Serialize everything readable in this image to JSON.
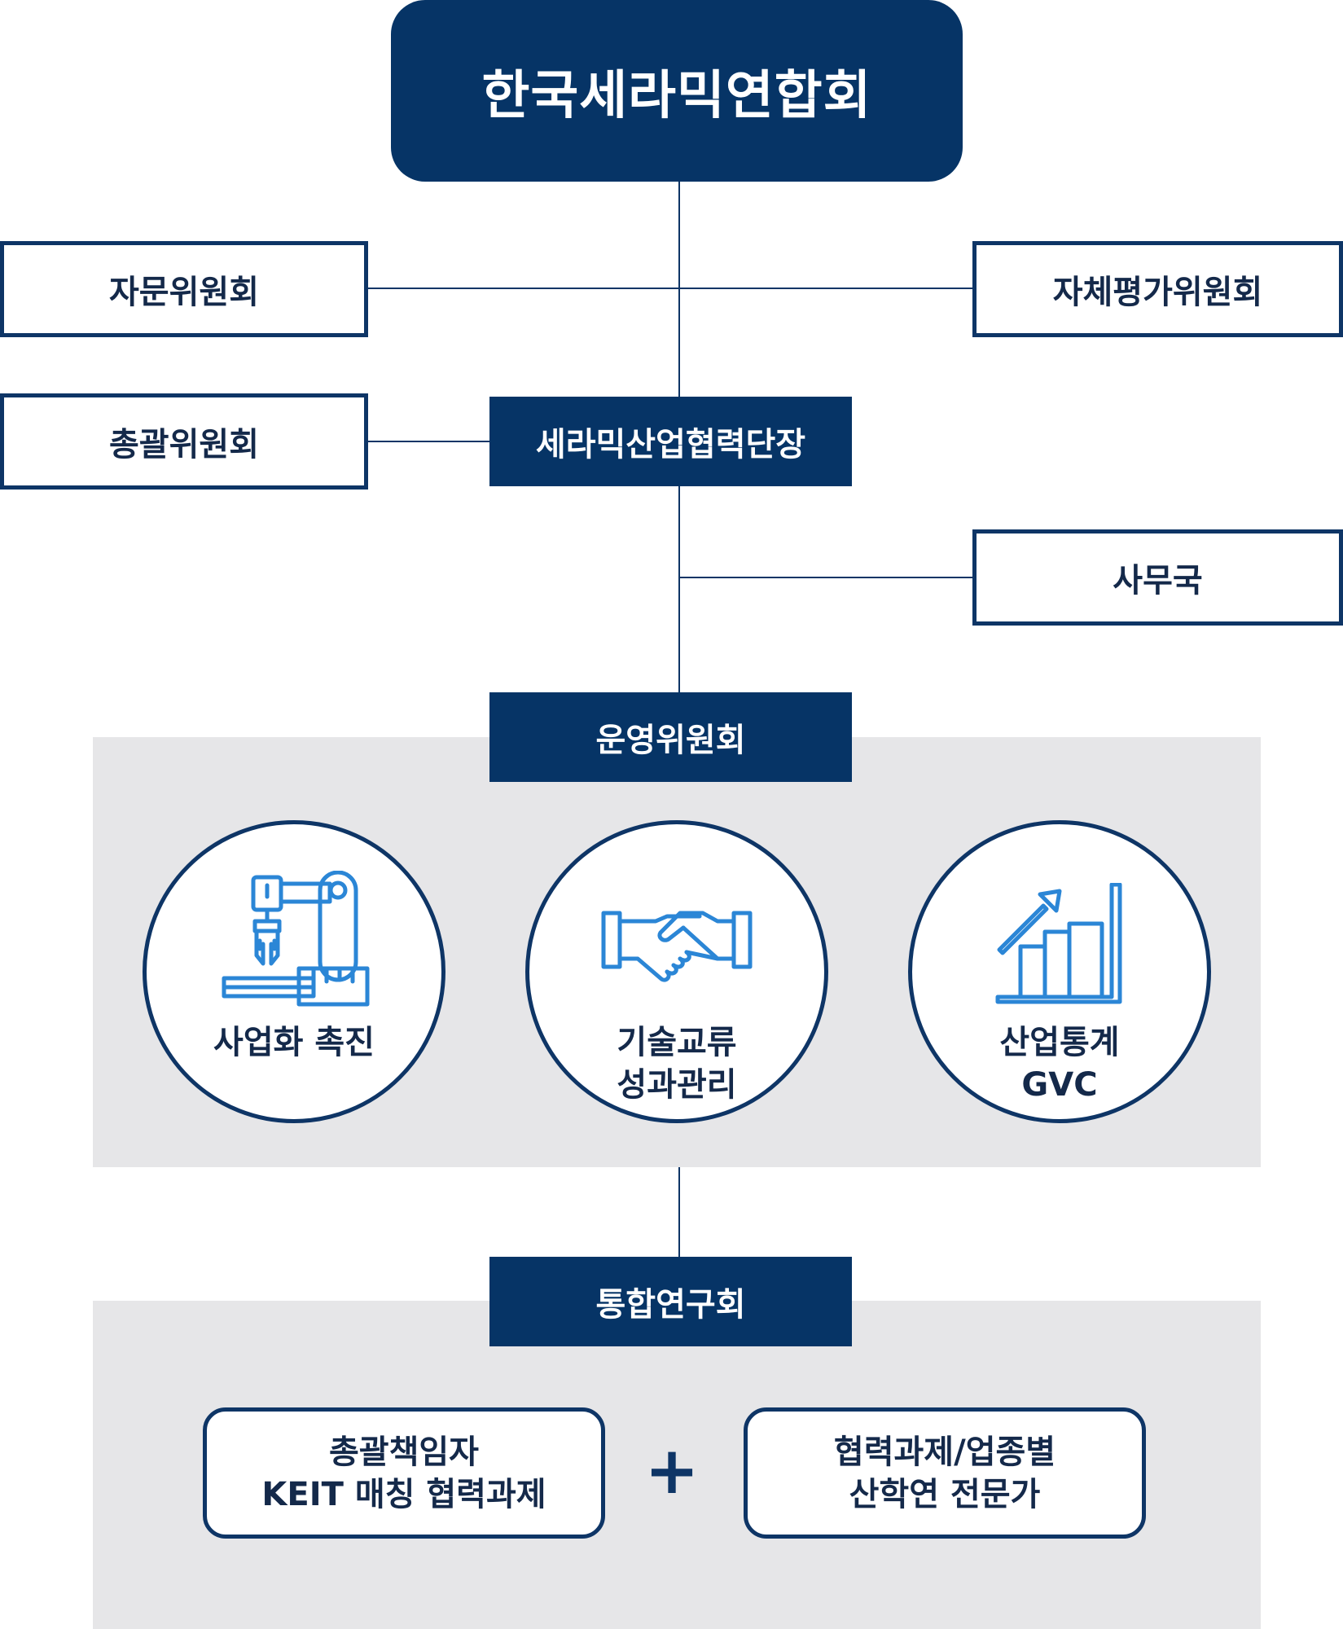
{
  "top": {
    "title": "한국세라믹연합회"
  },
  "committees": {
    "advisory": "자문위원회",
    "self_evaluation": "자체평가위원회",
    "general": "총괄위원회",
    "secretariat": "사무국"
  },
  "cooperation_group": "세라믹산업협력단장",
  "operation_committee": {
    "title": "운영위원회",
    "items": [
      {
        "label": "사업화 촉진",
        "icon": "robot-arm-icon"
      },
      {
        "label": "기술교류\n성과관리",
        "icon": "handshake-icon"
      },
      {
        "label": "산업통계\nGVC",
        "icon": "growth-chart-icon"
      }
    ]
  },
  "research_group": {
    "title": "통합연구회",
    "left": "총괄책임자\nKEIT 매칭 협력과제",
    "plus": "+",
    "right": "협력과제/업종별\n산학연 전문가"
  },
  "colors": {
    "navy": "#063466",
    "icon_blue": "#2b86d6",
    "panel_grey": "#e6e6e8"
  }
}
